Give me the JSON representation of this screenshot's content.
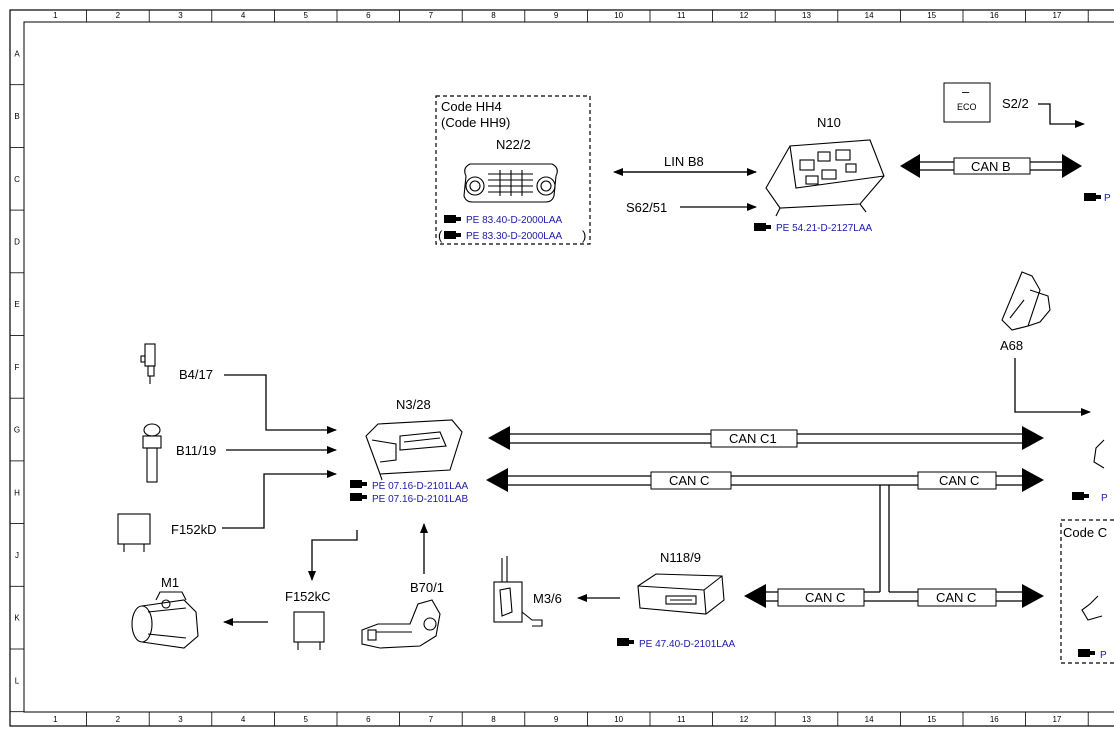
{
  "grid": {
    "columns": [
      "1",
      "2",
      "3",
      "4",
      "5",
      "6",
      "7",
      "8",
      "9",
      "10",
      "11",
      "12",
      "13",
      "14",
      "15",
      "16",
      "17"
    ],
    "rows": [
      "A",
      "B",
      "C",
      "D",
      "E",
      "F",
      "G",
      "H",
      "J",
      "K",
      "L"
    ]
  },
  "code_boxes": {
    "hh4": "Code HH4",
    "hh9": "(Code HH9)",
    "right_partial": "Code C"
  },
  "components": {
    "n22_2": "N22/2",
    "n10": "N10",
    "s2_2": "S2/2",
    "eco": "ECO",
    "eco_dash": "–",
    "a68": "A68",
    "b4_17": "B4/17",
    "b11_19": "B11/19",
    "f152kd": "F152kD",
    "n3_28": "N3/28",
    "m1": "M1",
    "f152kc": "F152kC",
    "b70_1": "B70/1",
    "m3_6": "M3/6",
    "n118_9": "N118/9"
  },
  "signals": {
    "lin_b8": "LIN B8",
    "s62_51": "S62/51"
  },
  "buses": {
    "can_b": "CAN B",
    "can_c1": "CAN C1",
    "can_c_top": "CAN C",
    "can_c_top_right": "CAN C",
    "can_c_bottom": "CAN C",
    "can_c_bottom_right": "CAN C"
  },
  "references": {
    "pe_83_40": "PE 83.40-D-2000LAA",
    "pe_83_30": "PE 83.30-D-2000LAA",
    "pe_83_30_close": ")",
    "pe_83_30_open": "(",
    "pe_54_21": "PE 54.21-D-2127LAA",
    "pe_07_16_a": "PE 07.16-D-2101LAA",
    "pe_07_16_b": "PE 07.16-D-2101LAB",
    "pe_47_40": "PE 47.40-D-2101LAA",
    "pe_right_h": "P",
    "pe_right_k": "P",
    "pe_right_c": "P"
  },
  "colors": {
    "line": "#000000",
    "reference": "#1a1aa8"
  }
}
